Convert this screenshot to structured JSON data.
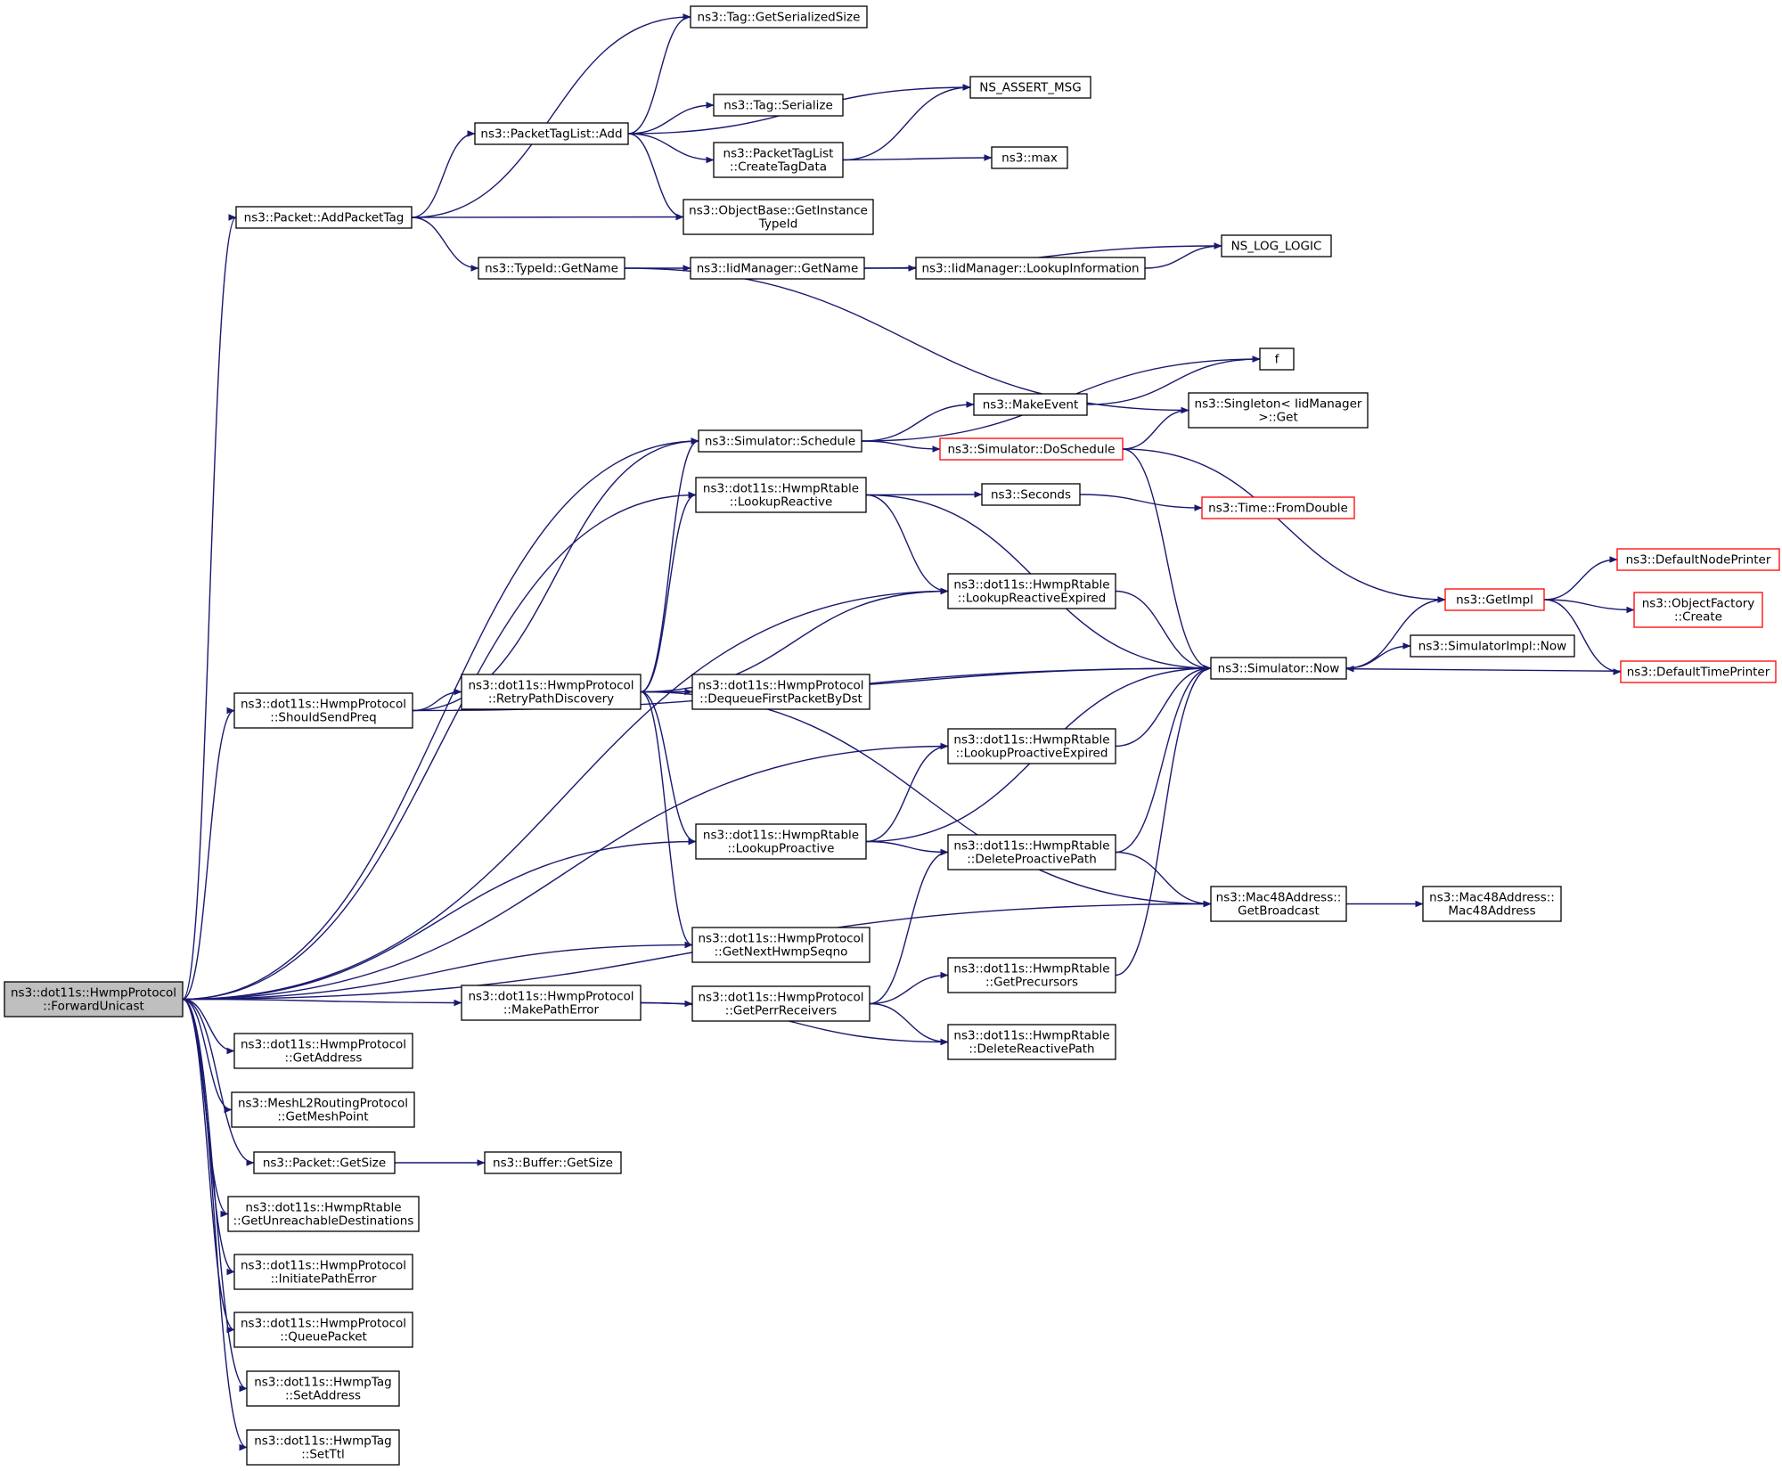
{
  "edge_color": "#191970",
  "highlight_border_color": "#ff0000",
  "root_fill_color": "#bfbfbf",
  "nodes": [
    {
      "id": "root",
      "name": "forward-unicast-node",
      "lines": [
        "ns3::dot11s::HwmpProtocol",
        "::ForwardUnicast"
      ],
      "root": true
    },
    {
      "id": "addPacketTag",
      "name": "packet-add-packet-tag-node",
      "lines": [
        "ns3::Packet::AddPacketTag"
      ]
    },
    {
      "id": "tagGetSerializedSize",
      "name": "tag-get-serialized-size-node",
      "lines": [
        "ns3::Tag::GetSerializedSize"
      ]
    },
    {
      "id": "packetTagListAdd",
      "name": "packet-tag-list-add-node",
      "lines": [
        "ns3::PacketTagList::Add"
      ]
    },
    {
      "id": "nsAssertMsg",
      "name": "ns-assert-msg-node",
      "lines": [
        "NS_ASSERT_MSG"
      ]
    },
    {
      "id": "tagSerialize",
      "name": "tag-serialize-node",
      "lines": [
        "ns3::Tag::Serialize"
      ]
    },
    {
      "id": "createTagData",
      "name": "create-tag-data-node",
      "lines": [
        "ns3::PacketTagList",
        "::CreateTagData"
      ]
    },
    {
      "id": "max",
      "name": "max-node",
      "lines": [
        "ns3::max"
      ]
    },
    {
      "id": "getInstanceTypeId",
      "name": "get-instance-type-id-node",
      "lines": [
        "ns3::ObjectBase::GetInstance",
        "TypeId"
      ]
    },
    {
      "id": "typeIdGetName",
      "name": "type-id-get-name-node",
      "lines": [
        "ns3::TypeId::GetName"
      ]
    },
    {
      "id": "iidGetName",
      "name": "iid-manager-get-name-node",
      "lines": [
        "ns3::IidManager::GetName"
      ]
    },
    {
      "id": "iidLookupInfo",
      "name": "iid-manager-lookup-information-node",
      "lines": [
        "ns3::IidManager::LookupInformation"
      ]
    },
    {
      "id": "nsLogLogic",
      "name": "ns-log-logic-node",
      "lines": [
        "NS_LOG_LOGIC"
      ]
    },
    {
      "id": "f",
      "name": "f-node",
      "lines": [
        "f"
      ]
    },
    {
      "id": "makeEvent",
      "name": "make-event-node",
      "lines": [
        "ns3::MakeEvent"
      ]
    },
    {
      "id": "singletonGet",
      "name": "singleton-get-node",
      "lines": [
        "ns3::Singleton< IidManager",
        " >::Get"
      ]
    },
    {
      "id": "schedule",
      "name": "simulator-schedule-node",
      "lines": [
        "ns3::Simulator::Schedule"
      ]
    },
    {
      "id": "doSchedule",
      "name": "simulator-do-schedule-node",
      "lines": [
        "ns3::Simulator::DoSchedule"
      ],
      "red": true
    },
    {
      "id": "lookupReactive",
      "name": "lookup-reactive-node",
      "lines": [
        "ns3::dot11s::HwmpRtable",
        "::LookupReactive"
      ]
    },
    {
      "id": "seconds",
      "name": "seconds-node",
      "lines": [
        "ns3::Seconds"
      ]
    },
    {
      "id": "fromDouble",
      "name": "time-from-double-node",
      "lines": [
        "ns3::Time::FromDouble"
      ],
      "red": true
    },
    {
      "id": "lookupReactiveExpired",
      "name": "lookup-reactive-expired-node",
      "lines": [
        "ns3::dot11s::HwmpRtable",
        "::LookupReactiveExpired"
      ]
    },
    {
      "id": "getImpl",
      "name": "get-impl-node",
      "lines": [
        "ns3::GetImpl"
      ],
      "red": true
    },
    {
      "id": "defaultNodePrinter",
      "name": "default-node-printer-node",
      "lines": [
        "ns3::DefaultNodePrinter"
      ],
      "red": true
    },
    {
      "id": "objectFactoryCreate",
      "name": "object-factory-create-node",
      "lines": [
        "ns3::ObjectFactory",
        "::Create"
      ],
      "red": true
    },
    {
      "id": "simulatorImplNow",
      "name": "simulator-impl-now-node",
      "lines": [
        "ns3::SimulatorImpl::Now"
      ]
    },
    {
      "id": "now",
      "name": "simulator-now-node",
      "lines": [
        "ns3::Simulator::Now"
      ]
    },
    {
      "id": "defaultTimePrinter",
      "name": "default-time-printer-node",
      "lines": [
        "ns3::DefaultTimePrinter"
      ],
      "red": true
    },
    {
      "id": "shouldSendPreq",
      "name": "should-send-preq-node",
      "lines": [
        "ns3::dot11s::HwmpProtocol",
        "::ShouldSendPreq"
      ]
    },
    {
      "id": "retryPathDiscovery",
      "name": "retry-path-discovery-node",
      "lines": [
        "ns3::dot11s::HwmpProtocol",
        "::RetryPathDiscovery"
      ]
    },
    {
      "id": "dequeueFirst",
      "name": "dequeue-first-packet-by-dst-node",
      "lines": [
        "ns3::dot11s::HwmpProtocol",
        "::DequeueFirstPacketByDst"
      ]
    },
    {
      "id": "lookupProactiveExpired",
      "name": "lookup-proactive-expired-node",
      "lines": [
        "ns3::dot11s::HwmpRtable",
        "::LookupProactiveExpired"
      ]
    },
    {
      "id": "lookupProactive",
      "name": "lookup-proactive-node",
      "lines": [
        "ns3::dot11s::HwmpRtable",
        "::LookupProactive"
      ]
    },
    {
      "id": "deleteProactivePath",
      "name": "delete-proactive-path-node",
      "lines": [
        "ns3::dot11s::HwmpRtable",
        "::DeleteProactivePath"
      ]
    },
    {
      "id": "getBroadcast",
      "name": "mac48-get-broadcast-node",
      "lines": [
        "ns3::Mac48Address::",
        "GetBroadcast"
      ]
    },
    {
      "id": "mac48Address",
      "name": "mac48-address-ctor-node",
      "lines": [
        "ns3::Mac48Address::",
        "Mac48Address"
      ]
    },
    {
      "id": "getNextHwmpSeqno",
      "name": "get-next-hwmp-seqno-node",
      "lines": [
        "ns3::dot11s::HwmpProtocol",
        "::GetNextHwmpSeqno"
      ]
    },
    {
      "id": "makePathError",
      "name": "make-path-error-node",
      "lines": [
        "ns3::dot11s::HwmpProtocol",
        "::MakePathError"
      ]
    },
    {
      "id": "getPerrReceivers",
      "name": "get-perr-receivers-node",
      "lines": [
        "ns3::dot11s::HwmpProtocol",
        "::GetPerrReceivers"
      ]
    },
    {
      "id": "getPrecursors",
      "name": "get-precursors-node",
      "lines": [
        "ns3::dot11s::HwmpRtable",
        "::GetPrecursors"
      ]
    },
    {
      "id": "deleteReactivePath",
      "name": "delete-reactive-path-node",
      "lines": [
        "ns3::dot11s::HwmpRtable",
        "::DeleteReactivePath"
      ]
    },
    {
      "id": "getAddress",
      "name": "get-address-node",
      "lines": [
        "ns3::dot11s::HwmpProtocol",
        "::GetAddress"
      ]
    },
    {
      "id": "getMeshPoint",
      "name": "get-mesh-point-node",
      "lines": [
        "ns3::MeshL2RoutingProtocol",
        "::GetMeshPoint"
      ]
    },
    {
      "id": "packetGetSize",
      "name": "packet-get-size-node",
      "lines": [
        "ns3::Packet::GetSize"
      ]
    },
    {
      "id": "bufferGetSize",
      "name": "buffer-get-size-node",
      "lines": [
        "ns3::Buffer::GetSize"
      ]
    },
    {
      "id": "getUnreachable",
      "name": "get-unreachable-destinations-node",
      "lines": [
        "ns3::dot11s::HwmpRtable",
        "::GetUnreachableDestinations"
      ]
    },
    {
      "id": "initiatePathError",
      "name": "initiate-path-error-node",
      "lines": [
        "ns3::dot11s::HwmpProtocol",
        "::InitiatePathError"
      ]
    },
    {
      "id": "queuePacket",
      "name": "queue-packet-node",
      "lines": [
        "ns3::dot11s::HwmpProtocol",
        "::QueuePacket"
      ]
    },
    {
      "id": "setAddress",
      "name": "hwmp-tag-set-address-node",
      "lines": [
        "ns3::dot11s::HwmpTag",
        "::SetAddress"
      ]
    },
    {
      "id": "setTtl",
      "name": "hwmp-tag-set-ttl-node",
      "lines": [
        "ns3::dot11s::HwmpTag",
        "::SetTtl"
      ]
    }
  ],
  "edges": [
    {
      "from": "root",
      "to": "addPacketTag"
    },
    {
      "from": "root",
      "to": "schedule"
    },
    {
      "from": "root",
      "to": "lookupReactive"
    },
    {
      "from": "root",
      "to": "lookupReactiveExpired"
    },
    {
      "from": "root",
      "to": "shouldSendPreq"
    },
    {
      "from": "root",
      "to": "lookupProactiveExpired"
    },
    {
      "from": "root",
      "to": "lookupProactive"
    },
    {
      "from": "root",
      "to": "getNextHwmpSeqno"
    },
    {
      "from": "root",
      "to": "makePathError"
    },
    {
      "from": "root",
      "to": "getBroadcast"
    },
    {
      "from": "root",
      "to": "getAddress"
    },
    {
      "from": "root",
      "to": "getMeshPoint"
    },
    {
      "from": "root",
      "to": "packetGetSize"
    },
    {
      "from": "root",
      "to": "getUnreachable"
    },
    {
      "from": "root",
      "to": "initiatePathError"
    },
    {
      "from": "root",
      "to": "queuePacket"
    },
    {
      "from": "root",
      "to": "setAddress"
    },
    {
      "from": "root",
      "to": "setTtl"
    },
    {
      "from": "addPacketTag",
      "to": "tagGetSerializedSize"
    },
    {
      "from": "addPacketTag",
      "to": "packetTagListAdd"
    },
    {
      "from": "addPacketTag",
      "to": "getInstanceTypeId"
    },
    {
      "from": "addPacketTag",
      "to": "typeIdGetName"
    },
    {
      "from": "packetTagListAdd",
      "to": "tagGetSerializedSize"
    },
    {
      "from": "packetTagListAdd",
      "to": "nsAssertMsg"
    },
    {
      "from": "packetTagListAdd",
      "to": "tagSerialize"
    },
    {
      "from": "packetTagListAdd",
      "to": "createTagData"
    },
    {
      "from": "packetTagListAdd",
      "to": "getInstanceTypeId"
    },
    {
      "from": "createTagData",
      "to": "nsAssertMsg"
    },
    {
      "from": "createTagData",
      "to": "max"
    },
    {
      "from": "typeIdGetName",
      "to": "iidGetName"
    },
    {
      "from": "typeIdGetName",
      "to": "singletonGet"
    },
    {
      "from": "iidGetName",
      "to": "iidLookupInfo"
    },
    {
      "from": "iidGetName",
      "to": "nsLogLogic"
    },
    {
      "from": "iidLookupInfo",
      "to": "nsLogLogic"
    },
    {
      "from": "schedule",
      "to": "f"
    },
    {
      "from": "schedule",
      "to": "makeEvent"
    },
    {
      "from": "schedule",
      "to": "doSchedule"
    },
    {
      "from": "makeEvent",
      "to": "f"
    },
    {
      "from": "doSchedule",
      "to": "singletonGet"
    },
    {
      "from": "doSchedule",
      "to": "getImpl"
    },
    {
      "from": "doSchedule",
      "to": "now"
    },
    {
      "from": "lookupReactive",
      "to": "seconds"
    },
    {
      "from": "lookupReactive",
      "to": "lookupReactiveExpired"
    },
    {
      "from": "lookupReactive",
      "to": "now"
    },
    {
      "from": "seconds",
      "to": "fromDouble"
    },
    {
      "from": "lookupReactiveExpired",
      "to": "now"
    },
    {
      "from": "getImpl",
      "to": "defaultNodePrinter"
    },
    {
      "from": "getImpl",
      "to": "objectFactoryCreate"
    },
    {
      "from": "getImpl",
      "to": "defaultTimePrinter"
    },
    {
      "from": "now",
      "to": "getImpl"
    },
    {
      "from": "now",
      "to": "simulatorImplNow"
    },
    {
      "from": "defaultTimePrinter",
      "to": "now"
    },
    {
      "from": "shouldSendPreq",
      "to": "schedule"
    },
    {
      "from": "shouldSendPreq",
      "to": "retryPathDiscovery"
    },
    {
      "from": "shouldSendPreq",
      "to": "now"
    },
    {
      "from": "retryPathDiscovery",
      "to": "schedule"
    },
    {
      "from": "retryPathDiscovery",
      "to": "lookupReactive"
    },
    {
      "from": "retryPathDiscovery",
      "to": "lookupReactiveExpired"
    },
    {
      "from": "retryPathDiscovery",
      "to": "now"
    },
    {
      "from": "retryPathDiscovery",
      "to": "dequeueFirst"
    },
    {
      "from": "retryPathDiscovery",
      "to": "lookupProactive"
    },
    {
      "from": "retryPathDiscovery",
      "to": "getNextHwmpSeqno"
    },
    {
      "from": "retryPathDiscovery",
      "to": "getBroadcast"
    },
    {
      "from": "lookupProactiveExpired",
      "to": "now"
    },
    {
      "from": "lookupProactive",
      "to": "lookupProactiveExpired"
    },
    {
      "from": "lookupProactive",
      "to": "now"
    },
    {
      "from": "lookupProactive",
      "to": "deleteProactivePath"
    },
    {
      "from": "deleteProactivePath",
      "to": "now"
    },
    {
      "from": "deleteProactivePath",
      "to": "getBroadcast"
    },
    {
      "from": "getBroadcast",
      "to": "mac48Address"
    },
    {
      "from": "makePathError",
      "to": "getPerrReceivers"
    },
    {
      "from": "makePathError",
      "to": "deleteReactivePath"
    },
    {
      "from": "getPerrReceivers",
      "to": "deleteProactivePath"
    },
    {
      "from": "getPerrReceivers",
      "to": "getPrecursors"
    },
    {
      "from": "getPerrReceivers",
      "to": "deleteReactivePath"
    },
    {
      "from": "getPrecursors",
      "to": "now"
    },
    {
      "from": "packetGetSize",
      "to": "bufferGetSize"
    }
  ]
}
